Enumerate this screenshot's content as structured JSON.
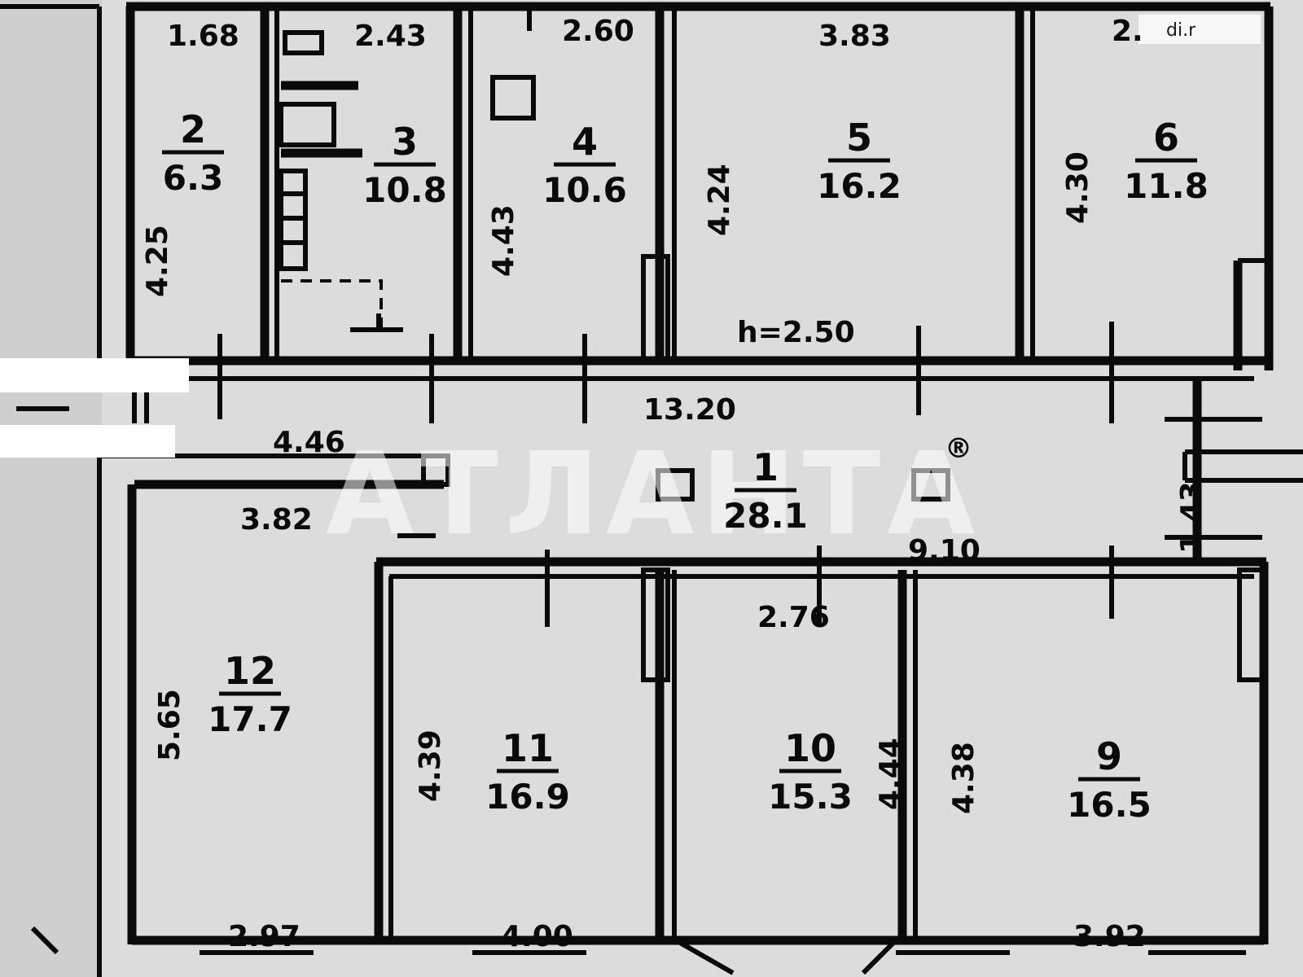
{
  "watermark": {
    "text": "АТЛАНТА",
    "mark": "®"
  },
  "corner_mark": "di.r",
  "rooms": [
    {
      "id": "2",
      "number": "2",
      "area": "6.3"
    },
    {
      "id": "3",
      "number": "3",
      "area": "10.8"
    },
    {
      "id": "4",
      "number": "4",
      "area": "10.6"
    },
    {
      "id": "5",
      "number": "5",
      "area": "16.2"
    },
    {
      "id": "6",
      "number": "6",
      "area": "11.8"
    },
    {
      "id": "1",
      "number": "1",
      "area": "28.1"
    },
    {
      "id": "12",
      "number": "12",
      "area": "17.7"
    },
    {
      "id": "11",
      "number": "11",
      "area": "16.9"
    },
    {
      "id": "10",
      "number": "10",
      "area": "15.3"
    },
    {
      "id": "9",
      "number": "9",
      "area": "16.5"
    }
  ],
  "dimensions": {
    "top_r2": "1.68",
    "top_r3": "2.43",
    "top_r4": "2.60",
    "top_r5": "3.83",
    "top_r6": "2.",
    "side_r2": "4.25",
    "side_r4": "4.43",
    "side_r5": "4.24",
    "side_r6": "4.30",
    "height": "h=2.50",
    "corridor_len": "13.20",
    "corridor_left": "4.46",
    "corridor_bottom": "9.10",
    "corridor_right": "1.43",
    "top_r12": "3.82",
    "side_r12": "5.65",
    "side_r11": "4.39",
    "top_r10": "2.76",
    "side_r10": "4.44",
    "side_r9": "4.38",
    "bot_r12": "2.97",
    "bot_r11": "4.00",
    "bot_r9": "3.92"
  }
}
